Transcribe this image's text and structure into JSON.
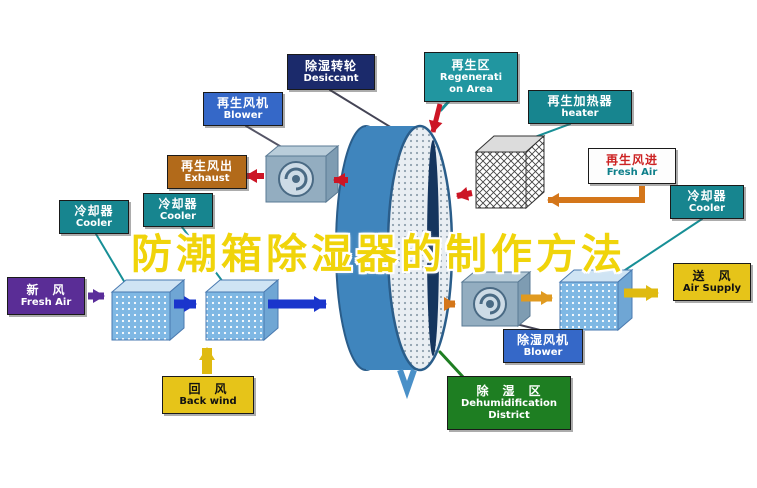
{
  "title": "防潮箱除湿器的制作方法",
  "colors": {
    "navy": "#1b2a6b",
    "teal": "#17858f",
    "blue_label": "#3568c8",
    "orange_label": "#b26a1a",
    "purple_label": "#5a2d96",
    "yellow_label": "#e6c419",
    "green_label": "#1e7e22",
    "title_yellow": "#f0d40a",
    "wheel_blue": "#3f85bd",
    "arrow_red": "#cc1525",
    "arrow_orange": "#d4761a",
    "arrow_blue": "#1a35cc",
    "arrow_yellow": "#dfba10",
    "arrow_purple": "#5a2d9a"
  },
  "labels": {
    "desiccant": {
      "zh": "除湿转轮",
      "en": "Desiccant"
    },
    "regen_area": {
      "zh": "再生区",
      "en1": "Regenerati",
      "en2": "on Area"
    },
    "regen_blower": {
      "zh": "再生风机",
      "en": "Blower"
    },
    "heater": {
      "zh": "再生加热器",
      "en": "heater"
    },
    "exhaust": {
      "zh": "再生风出",
      "en": "Exhaust"
    },
    "regen_fresh_air": {
      "zh": "再生风进",
      "en": "Fresh Air"
    },
    "cooler_left": {
      "zh": "冷却器",
      "en": "Cooler"
    },
    "cooler_mid": {
      "zh": "冷却器",
      "en": "Cooler"
    },
    "cooler_right": {
      "zh": "冷却器",
      "en": "Cooler"
    },
    "fresh_air": {
      "zh": "新　风",
      "en": "Fresh Air"
    },
    "air_supply": {
      "zh": "送　风",
      "en": "Air Supply"
    },
    "back_wind": {
      "zh": "回　风",
      "en": "Back wind"
    },
    "dehumid_blower": {
      "zh": "除湿风机",
      "en": "Blower"
    },
    "dehumid_district": {
      "zh": "除　湿　区",
      "en1": "Dehumidification",
      "en2": "District"
    }
  }
}
